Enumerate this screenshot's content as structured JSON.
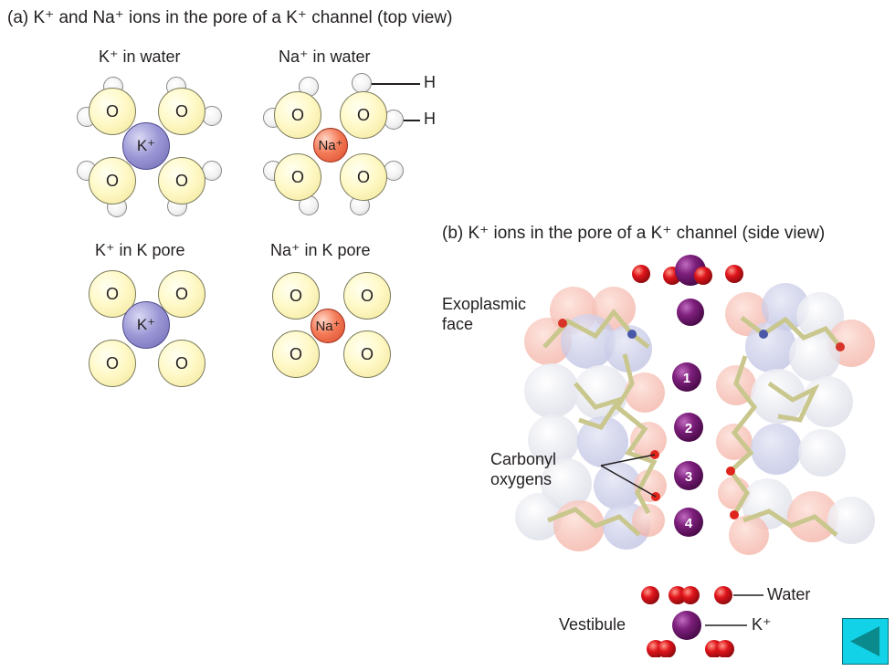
{
  "panel_a": {
    "title": "(a) K⁺ and Na⁺ ions in the pore of a K⁺ channel (top view)",
    "label_k_water": "K⁺ in water",
    "label_na_water": "Na⁺ in water",
    "label_k_pore": "K⁺ in K pore",
    "label_na_pore": "Na⁺ in K pore",
    "oxygen_symbol": "O",
    "k_symbol": "K⁺",
    "na_symbol": "Na⁺",
    "hydrogen_label": "H"
  },
  "panel_b": {
    "title": "(b) K⁺ ions in the pore of a K⁺ channel (side view)",
    "exoplasmic_face": "Exoplasmic\nface",
    "carbonyl_oxygens": "Carbonyl\noxygens",
    "vestibule": "Vestibule",
    "water": "Water",
    "k_label": "K⁺",
    "sites": [
      "1",
      "2",
      "3",
      "4"
    ]
  },
  "nav": {
    "back_icon": "back-triangle-icon"
  },
  "colors": {
    "oxygen": "#fff6c0",
    "potassium": "#8a86cc",
    "sodium": "#f06a45",
    "k_ion_side": "#7a1a78",
    "water_oxygen": "#d8121b",
    "nav_button": "#12d2e8",
    "nav_arrow": "#0b8a8e"
  }
}
